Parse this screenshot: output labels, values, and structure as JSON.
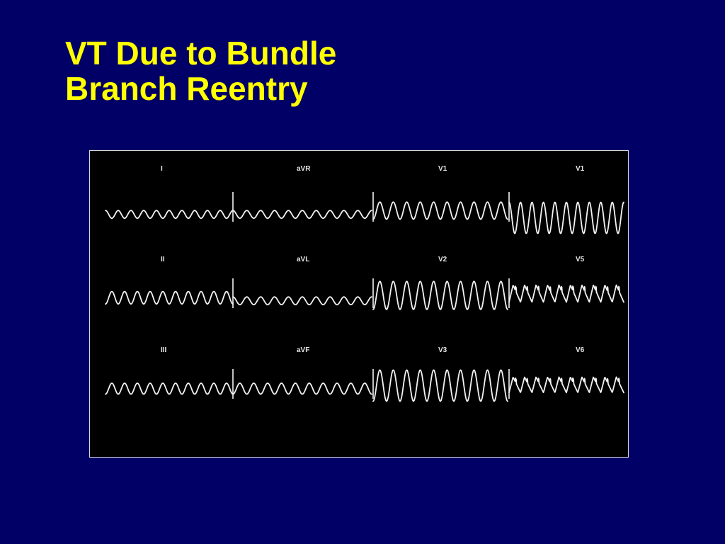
{
  "slide": {
    "title_line1": "VT Due to Bundle",
    "title_line2": "Branch Reentry",
    "colors": {
      "background": "#000066",
      "title": "#ffff00",
      "trace": "#f2f2f2",
      "panel": "#000000"
    }
  },
  "ecg": {
    "leads": [
      {
        "label": "I",
        "amp": 0.25,
        "inv": false,
        "spikes": false
      },
      {
        "label": "aVR",
        "amp": 0.25,
        "inv": false,
        "spikes": false
      },
      {
        "label": "V1",
        "amp": 0.55,
        "inv": true,
        "spikes": false
      },
      {
        "label": "V1",
        "amp": 1.0,
        "inv": false,
        "spikes": false
      },
      {
        "label": "II",
        "amp": 0.4,
        "inv": true,
        "spikes": false
      },
      {
        "label": "aVL",
        "amp": 0.25,
        "inv": false,
        "spikes": false
      },
      {
        "label": "V2",
        "amp": 0.9,
        "inv": true,
        "spikes": false
      },
      {
        "label": "V5",
        "amp": 0.55,
        "inv": false,
        "spikes": true
      },
      {
        "label": "III",
        "amp": 0.35,
        "inv": true,
        "spikes": false
      },
      {
        "label": "aVF",
        "amp": 0.35,
        "inv": true,
        "spikes": false
      },
      {
        "label": "V3",
        "amp": 1.0,
        "inv": true,
        "spikes": false
      },
      {
        "label": "V6",
        "amp": 0.5,
        "inv": false,
        "spikes": true
      }
    ]
  }
}
